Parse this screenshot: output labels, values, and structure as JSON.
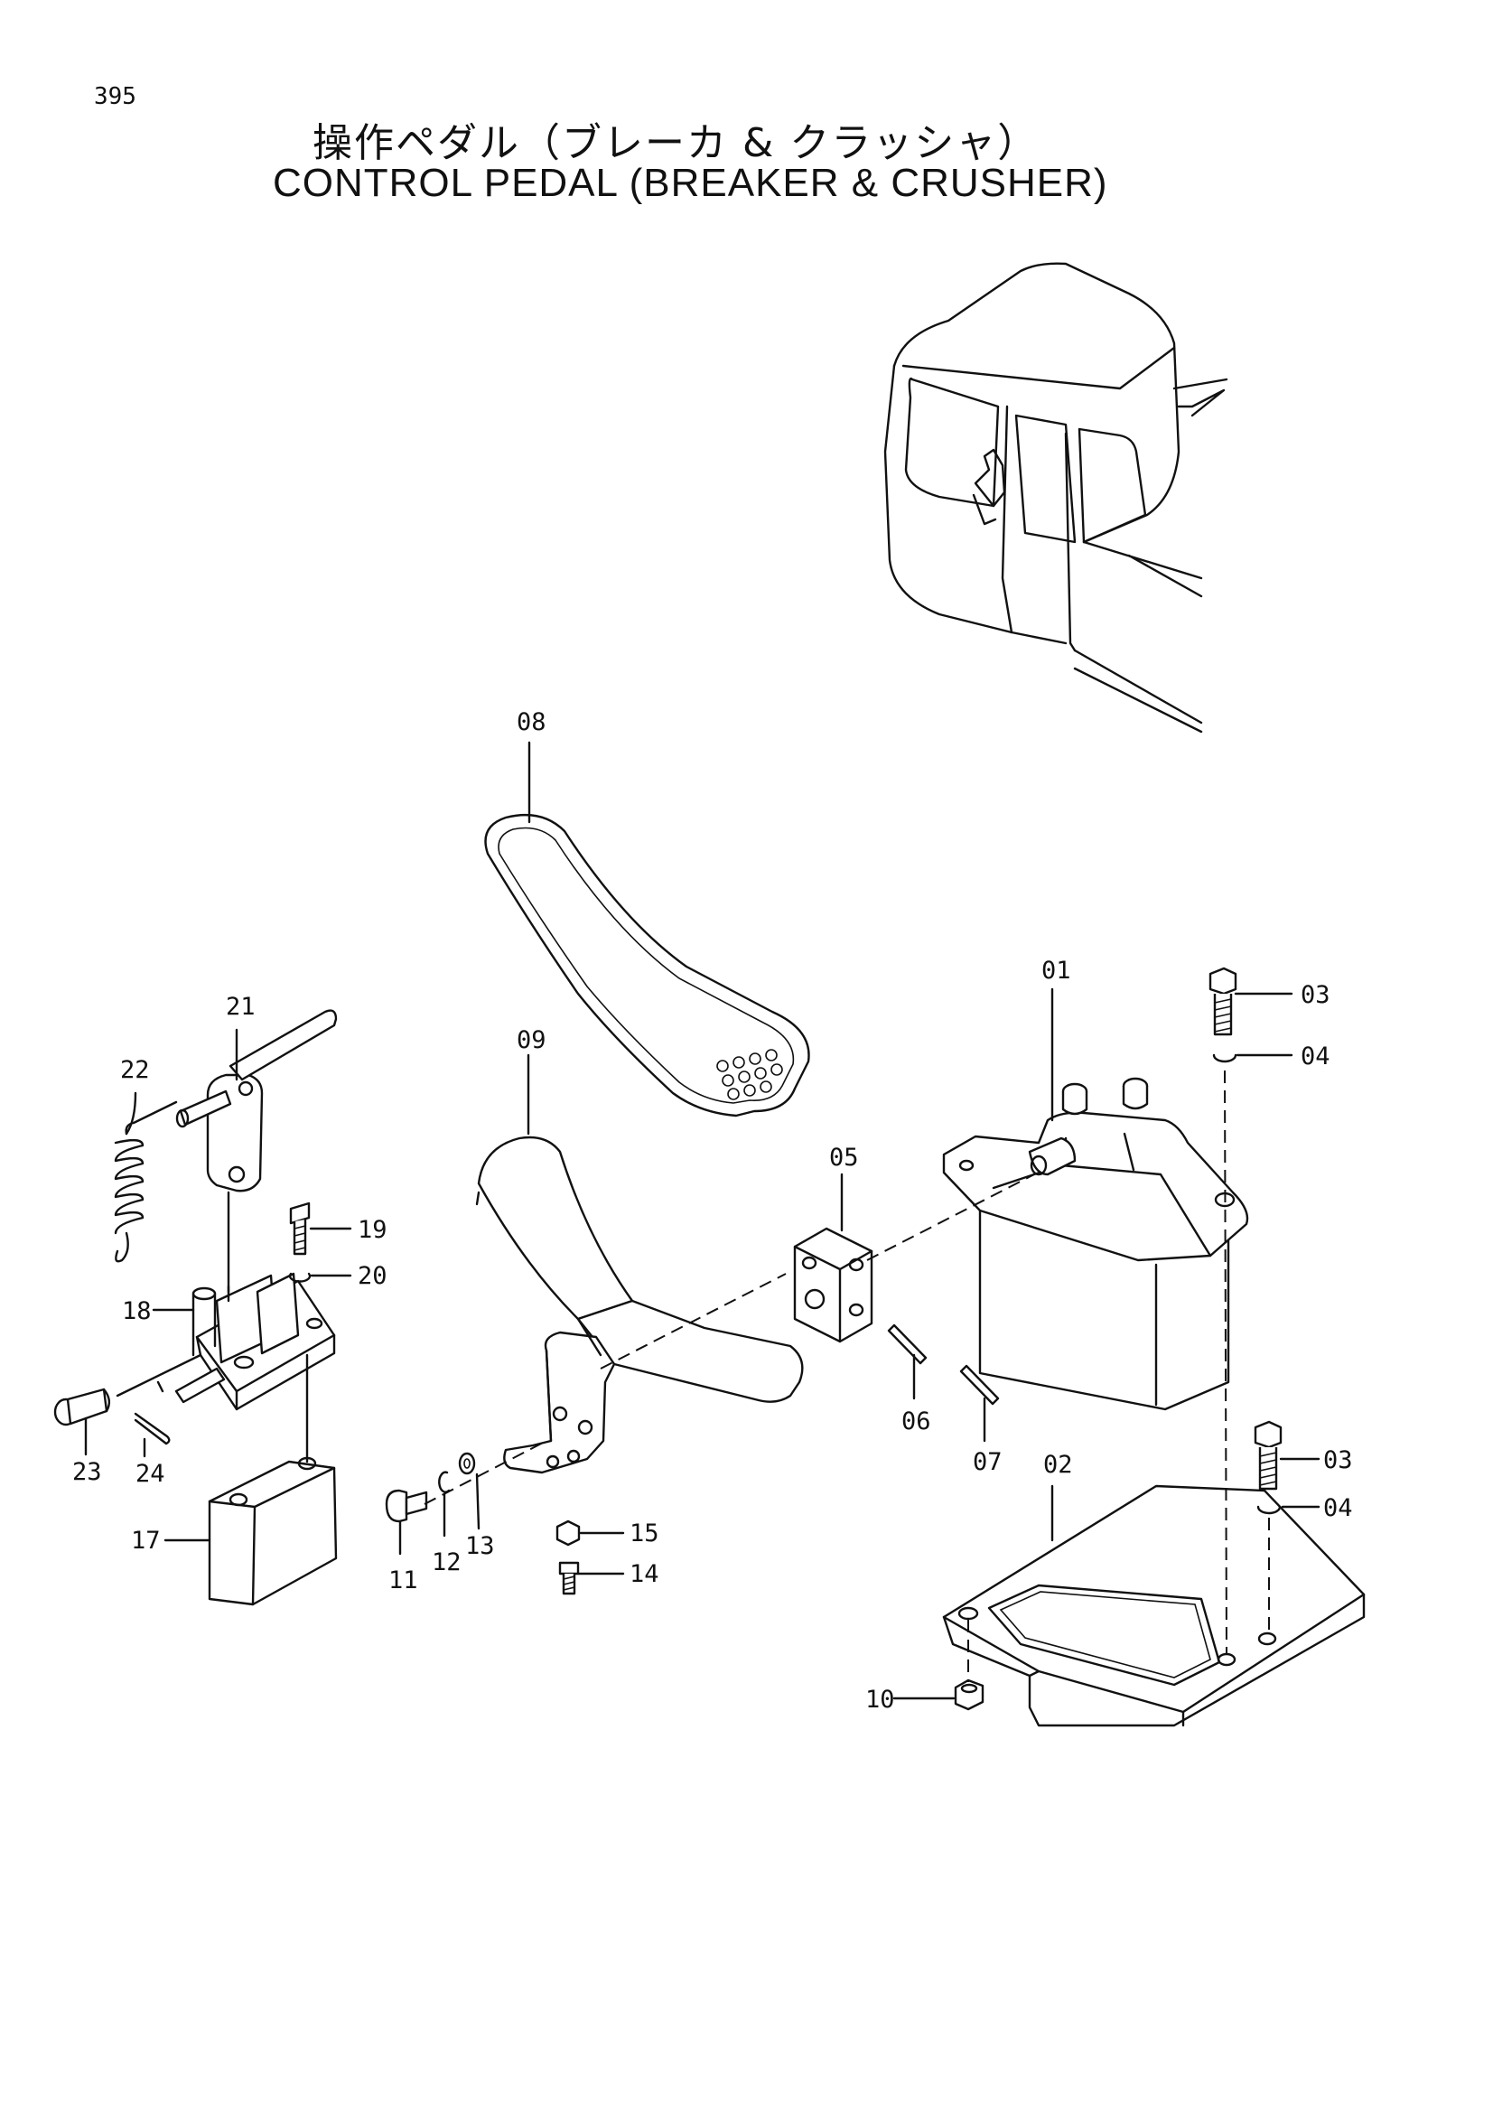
{
  "page": {
    "number": "395",
    "title_jp": "操作ペダル（ブレーカ & クラッシャ）",
    "title_en": "CONTROL PEDAL (BREAKER & CRUSHER)"
  },
  "callouts": [
    {
      "id": "p01",
      "label": "01"
    },
    {
      "id": "p02",
      "label": "02"
    },
    {
      "id": "p03a",
      "label": "03"
    },
    {
      "id": "p03b",
      "label": "03"
    },
    {
      "id": "p04a",
      "label": "04"
    },
    {
      "id": "p04b",
      "label": "04"
    },
    {
      "id": "p05",
      "label": "05"
    },
    {
      "id": "p06",
      "label": "06"
    },
    {
      "id": "p07",
      "label": "07"
    },
    {
      "id": "p08",
      "label": "08"
    },
    {
      "id": "p09",
      "label": "09"
    },
    {
      "id": "p10",
      "label": "10"
    },
    {
      "id": "p11",
      "label": "11"
    },
    {
      "id": "p12",
      "label": "12"
    },
    {
      "id": "p13",
      "label": "13"
    },
    {
      "id": "p14",
      "label": "14"
    },
    {
      "id": "p15",
      "label": "15"
    },
    {
      "id": "p17",
      "label": "17"
    },
    {
      "id": "p18",
      "label": "18"
    },
    {
      "id": "p19",
      "label": "19"
    },
    {
      "id": "p20",
      "label": "20"
    },
    {
      "id": "p21",
      "label": "21"
    },
    {
      "id": "p22",
      "label": "22"
    },
    {
      "id": "p23",
      "label": "23"
    },
    {
      "id": "p24",
      "label": "24"
    }
  ]
}
